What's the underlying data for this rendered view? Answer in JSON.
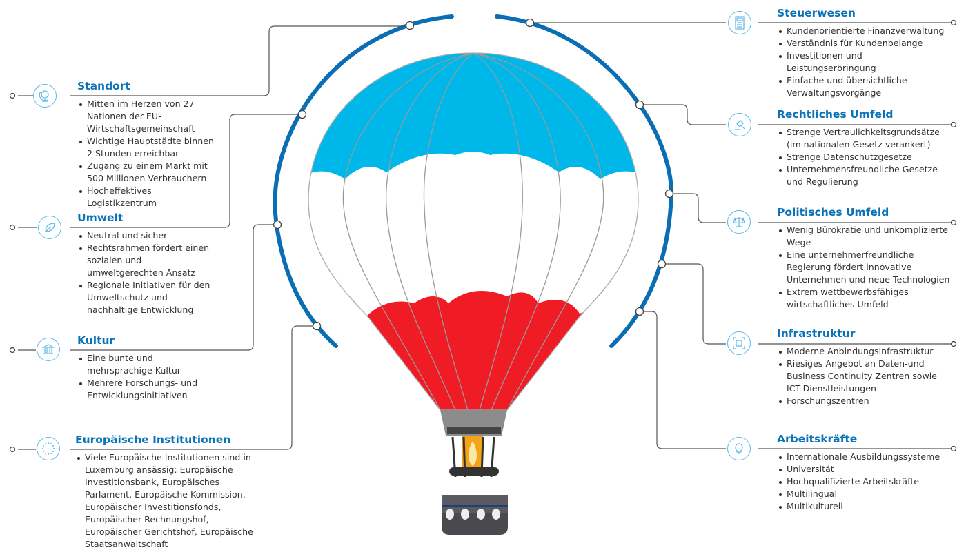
{
  "left": [
    {
      "title": "Standort",
      "icon": "globe-icon",
      "items": [
        "Mitten im Herzen von 27 Nationen der EU-Wirtschaftsgemeinschaft",
        "Wichtige Hauptstädte binnen 2 Stunden erreichbar",
        "Zugang zu einem Markt mit 500 Millionen Verbrauchern",
        "Hocheffektives Logistikzentrum"
      ]
    },
    {
      "title": "Umwelt",
      "icon": "leaf-icon",
      "items": [
        "Neutral und sicher",
        "Rechtsrahmen fördert einen sozialen und umweltgerechten Ansatz",
        "Regionale Initiativen für den Umweltschutz und nachhaltige Entwicklung"
      ]
    },
    {
      "title": "Kultur",
      "icon": "museum-icon",
      "items": [
        "Eine bunte und mehrsprachige Kultur",
        "Mehrere Forschungs- und Entwicklungsinitiativen"
      ]
    },
    {
      "title": "Europäische Institutionen",
      "icon": "eu-stars-icon",
      "items": [
        "Viele Europäische Institutionen sind in Luxemburg ansässig: Europäische Investitionsbank, Europäisches Parlament, Europäische Kommission, Europäischer Investitionsfonds, Europäischer Rechnungshof, Europäischer Gerichtshof, Europäische Staatsanwaltschaft"
      ]
    }
  ],
  "right": [
    {
      "title": "Steuerwesen",
      "icon": "calculator-icon",
      "items": [
        "Kundenorientierte Finanzverwaltung",
        "Verständnis für Kundenbelange",
        "Investitionen und Leistungserbringung",
        "Einfache und übersichtliche Verwaltungsvorgänge"
      ]
    },
    {
      "title": "Rechtliches Umfeld",
      "icon": "gavel-icon",
      "items": [
        "Strenge Vertraulichkeitsgrundsätze (im nationalen Gesetz verankert)",
        "Strenge Datenschutzgesetze",
        "Unternehmensfreundliche Gesetze und Regulierung"
      ]
    },
    {
      "title": "Politisches Umfeld",
      "icon": "scales-icon",
      "items": [
        "Wenig Bürokratie und unkomplizierte Wege",
        "Eine unternehmerfreundliche Regierung fördert innovative Unternehmen und neue Technologien",
        "Extrem wettbewerbsfähiges wirtschaftliches Umfeld"
      ]
    },
    {
      "title": "Infrastruktur",
      "icon": "network-icon",
      "items": [
        "Moderne Anbindungsinfrastruktur",
        "Riesiges Angebot an Daten-und Business Continuity Zentren sowie ICT-Dienstleistungen",
        "Forschungszentren"
      ]
    },
    {
      "title": "Arbeitskräfte",
      "icon": "lightbulb-icon",
      "items": [
        "Internationale Ausbildungssysteme",
        "Universität",
        "Hochqualifizierte Arbeitskräfte",
        "Multilingual",
        "Multikulturell"
      ]
    }
  ],
  "colors": {
    "accent": "#0a72b8",
    "arc": "#0a6eb4",
    "icon": "#5cb8ea",
    "blue": "#00b7ea",
    "red": "#ef1c25"
  }
}
